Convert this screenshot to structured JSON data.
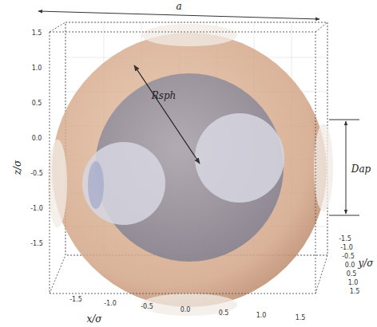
{
  "diagram": {
    "labels": [
      "a",
      "Rsph",
      "Dap",
      "z/σ",
      "x/σ",
      "y/σ",
      "1.5",
      "1.0",
      "0.5",
      "0.0",
      "-0.5",
      "-1.0",
      "-1.5",
      "-1.5",
      "-1.0",
      "-0.5",
      "0.0",
      "0.5",
      "1.0",
      "1.5",
      "-1.5",
      "-1.0",
      "-0.5",
      "0.0",
      "0.5",
      "1.0",
      "1.5"
    ]
  }
}
